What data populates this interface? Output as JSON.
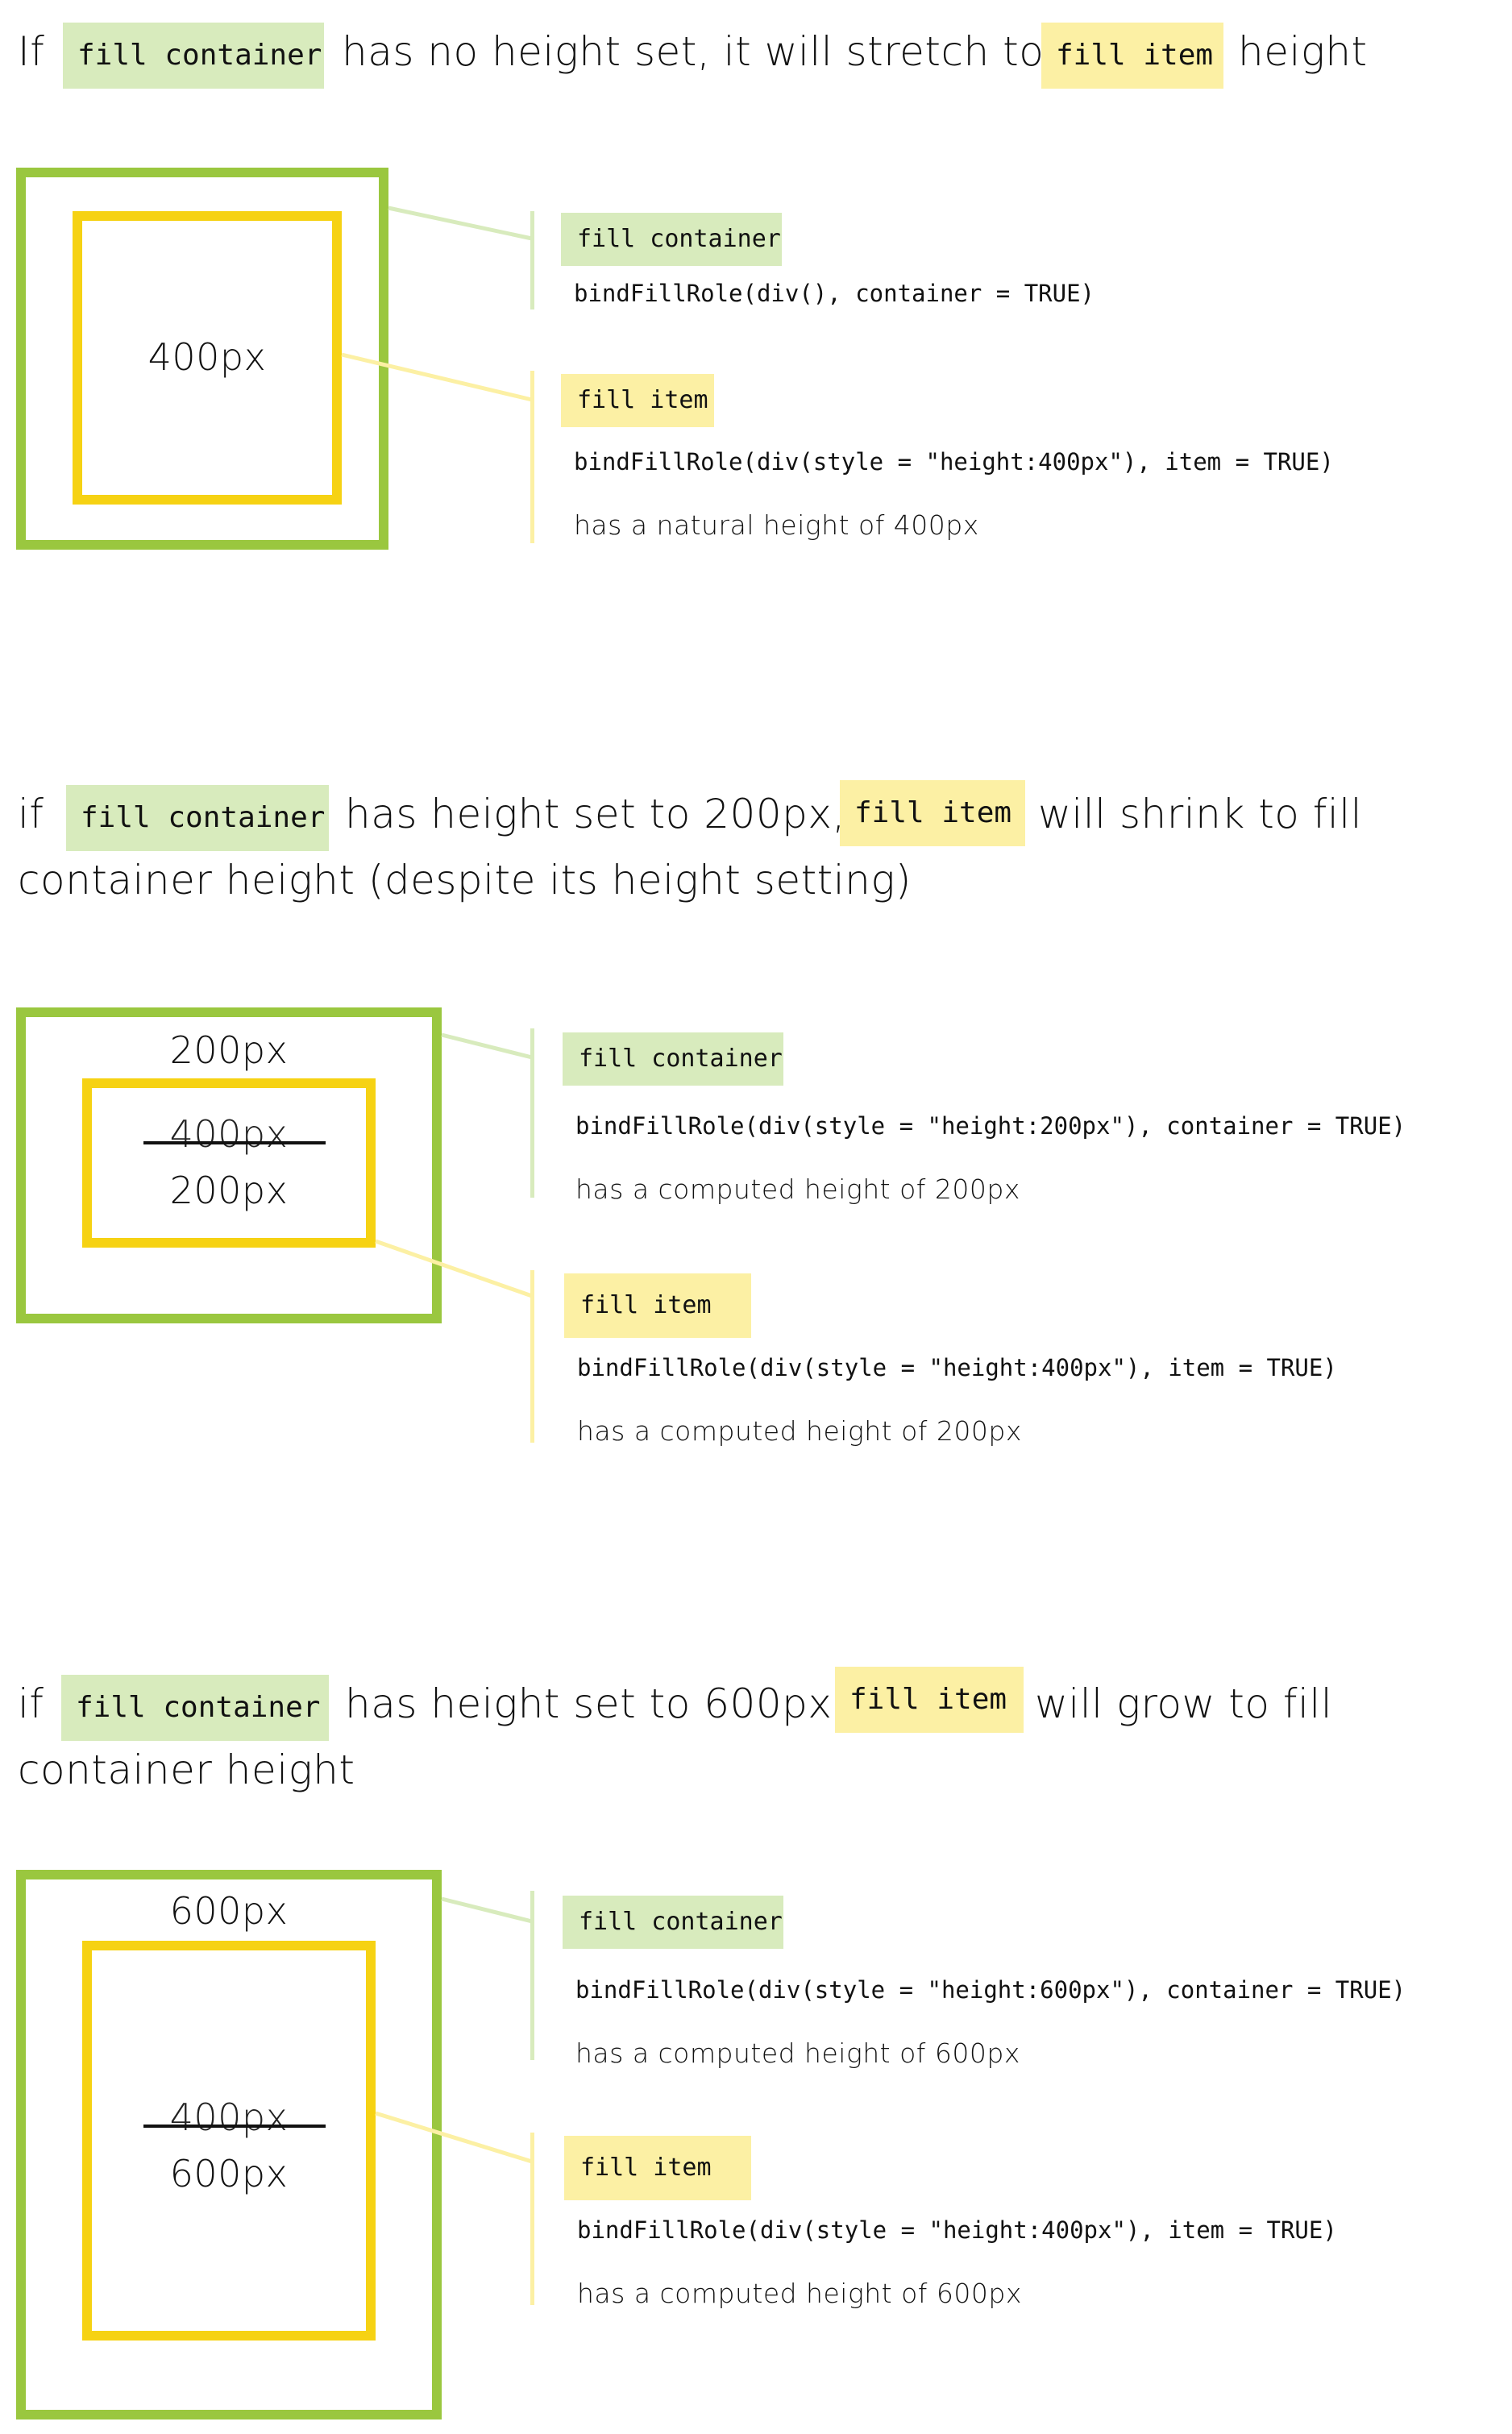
{
  "colors": {
    "container": "#9ac73f",
    "item": "#f6d213",
    "container_tag": "#d8ebbd",
    "item_tag": "#fcf0a4"
  },
  "section1": {
    "heading": {
      "part1": "If",
      "tag1": "fill container",
      "part2": "has no height set, it will stretch to",
      "tag2": "fill item",
      "part3": "height"
    },
    "diagram": {
      "inner_label": "400px"
    },
    "container_info": {
      "tag": "fill container",
      "code": "bindFillRole(div(), container = TRUE)"
    },
    "item_info": {
      "tag": "fill item",
      "code": "bindFillRole(div(style = \"height:400px\"), item = TRUE)",
      "note": "has a natural height of 400px"
    }
  },
  "section2": {
    "heading": {
      "part1": "if",
      "tag1": "fill container",
      "part2": "has height set to 200px,",
      "tag2": "fill item",
      "part3": "will shrink to fill",
      "line2": "container height (despite its height setting)"
    },
    "diagram": {
      "container_label": "200px",
      "struck_label": "400px",
      "inner_label": "200px"
    },
    "container_info": {
      "tag": "fill container",
      "code": "bindFillRole(div(style = \"height:200px\"), container = TRUE)",
      "note": "has a computed height of 200px"
    },
    "item_info": {
      "tag": "fill item",
      "code": "bindFillRole(div(style = \"height:400px\"), item = TRUE)",
      "note": "has a computed height of 200px"
    }
  },
  "section3": {
    "heading": {
      "part1": "if",
      "tag1": "fill container",
      "part2": "has height set to 600px,",
      "tag2": "fill item",
      "part3": "will grow to fill",
      "line2": "container height"
    },
    "diagram": {
      "container_label": "600px",
      "struck_label": "400px",
      "inner_label": "600px"
    },
    "container_info": {
      "tag": "fill container",
      "code": "bindFillRole(div(style = \"height:600px\"), container = TRUE)",
      "note": "has a computed height of 600px"
    },
    "item_info": {
      "tag": "fill item",
      "code": "bindFillRole(div(style = \"height:400px\"), item = TRUE)",
      "note": "has a computed height of 600px"
    }
  }
}
